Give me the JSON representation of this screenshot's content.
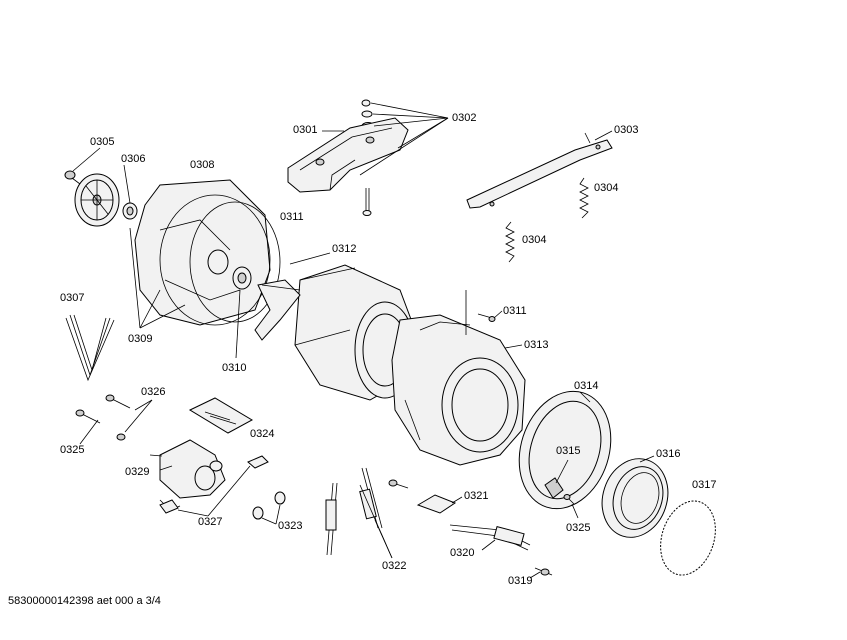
{
  "labels": {
    "l0301": "0301",
    "l0302": "0302",
    "l0303": "0303",
    "l0304a": "0304",
    "l0304b": "0304",
    "l0305": "0305",
    "l0306": "0306",
    "l0307": "0307",
    "l0308": "0308",
    "l0309": "0309",
    "l0310": "0310",
    "l0311a": "0311",
    "l0311b": "0311",
    "l0312": "0312",
    "l0313": "0313",
    "l0314": "0314",
    "l0315": "0315",
    "l0316": "0316",
    "l0317": "0317",
    "l0319": "0319",
    "l0320": "0320",
    "l0321": "0321",
    "l0322": "0322",
    "l0323": "0323",
    "l0324": "0324",
    "l0325a": "0325",
    "l0325b": "0325",
    "l0326": "0326",
    "l0327": "0327",
    "l0329": "0329"
  },
  "footer": "58300000142398 aet 000 a 3/4"
}
